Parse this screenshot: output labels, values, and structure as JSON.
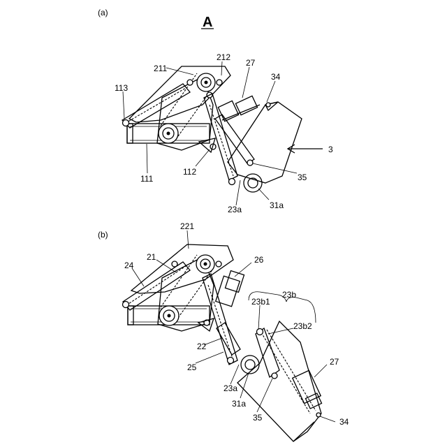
{
  "panels": [
    {
      "id": "a",
      "label": "(a)"
    },
    {
      "id": "b",
      "label": "(b)"
    }
  ],
  "view_title": "A",
  "panel_a_refs": {
    "r211": "211",
    "r212": "212",
    "r27": "27",
    "r34": "34",
    "r113": "113",
    "r3": "3",
    "r112": "112",
    "r111": "111",
    "r35": "35",
    "r23a": "23a",
    "r31a": "31a"
  },
  "panel_b_refs": {
    "r221": "221",
    "r21": "21",
    "r24": "24",
    "r26": "26",
    "r23b": "23b",
    "r23b1": "23b1",
    "r23b2": "23b2",
    "r22": "22",
    "r25": "25",
    "r27": "27",
    "r23a": "23a",
    "r31a": "31a",
    "r35": "35",
    "r34": "34"
  }
}
